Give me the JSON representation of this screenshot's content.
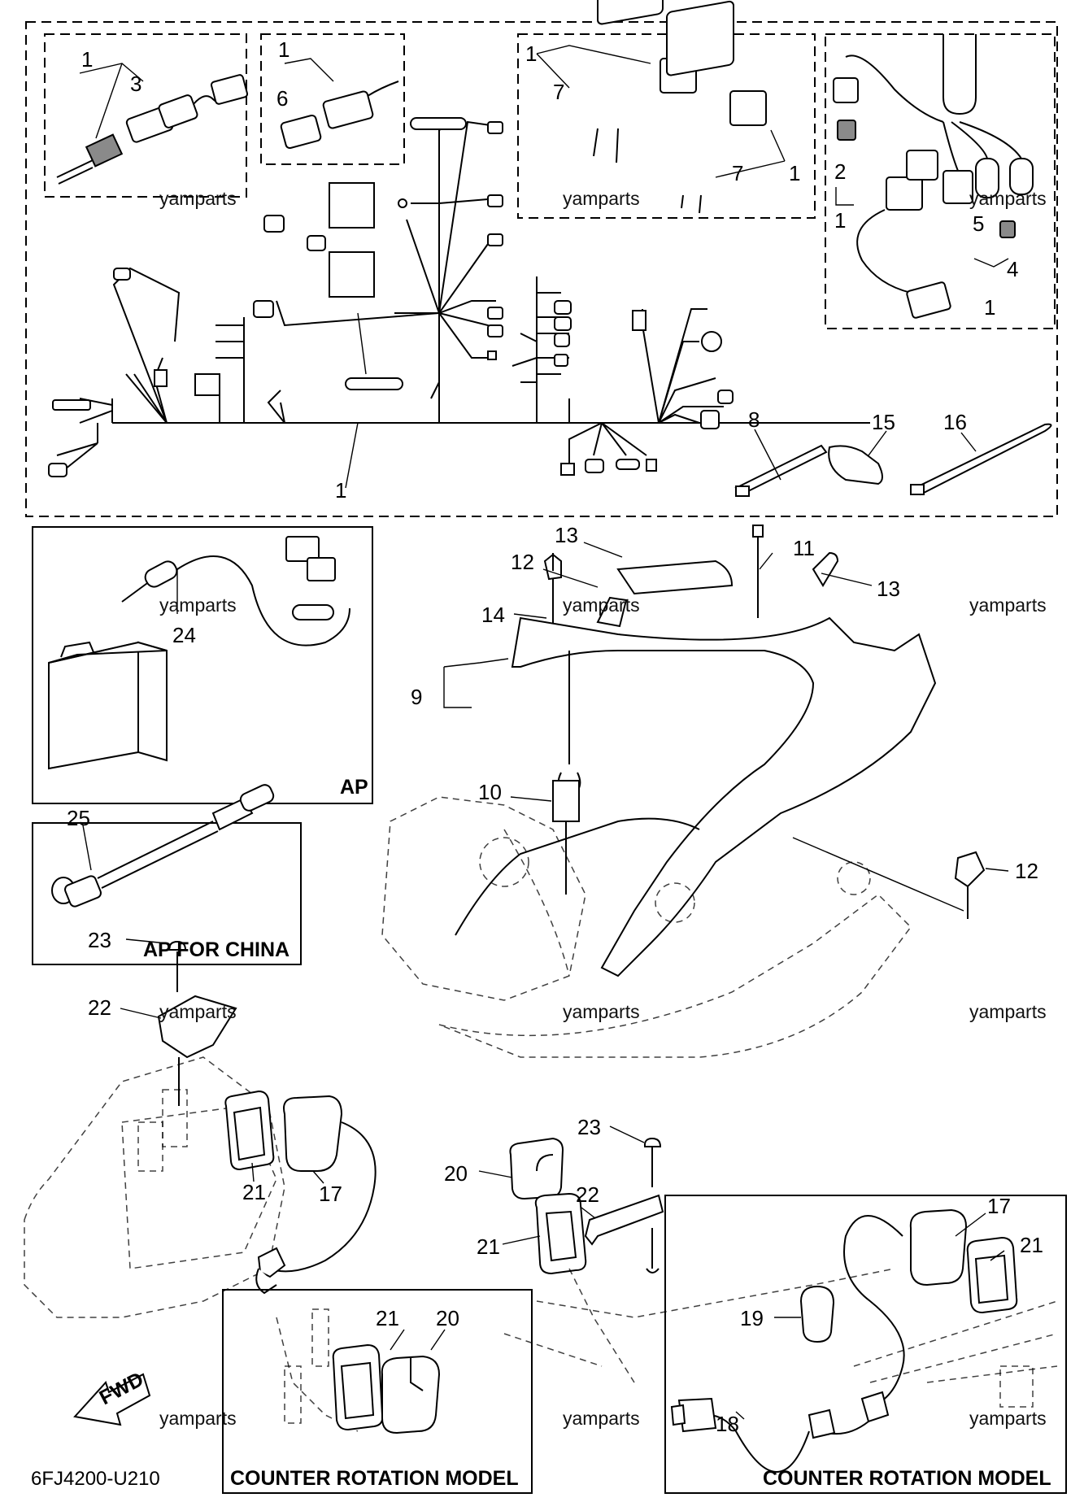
{
  "callouts": {
    "c1a": "1",
    "c3": "3",
    "c1b": "1",
    "c6": "6",
    "c1c": "1",
    "c7a": "7",
    "c7b": "7",
    "c1d": "1",
    "c2": "2",
    "c1e": "1",
    "c5": "5",
    "c4": "4",
    "c1f": "1",
    "c1g": "1",
    "c8": "8",
    "c15": "15",
    "c16": "16",
    "c13a": "13",
    "c11": "11",
    "c13b": "13",
    "c12a": "12",
    "c14": "14",
    "c9": "9",
    "c10": "10",
    "c12b": "12",
    "c24": "24",
    "c25": "25",
    "c23a": "23",
    "c22a": "22",
    "c21a": "21",
    "c17a": "17",
    "c20a": "20",
    "c21b": "21",
    "c23b": "23",
    "c22b": "22",
    "c21c": "21",
    "c20b": "20",
    "c17b": "17",
    "c21d": "21",
    "c19": "19",
    "c18": "18"
  },
  "labels": {
    "ap": "AP",
    "ap_china": "AP FOR CHINA",
    "counter_rotation_1": "COUNTER ROTATION MODEL",
    "counter_rotation_2": "COUNTER ROTATION MODEL",
    "fwd": "FWD",
    "diagram_code": "6FJ4200-U210"
  },
  "watermark": "yamparts"
}
